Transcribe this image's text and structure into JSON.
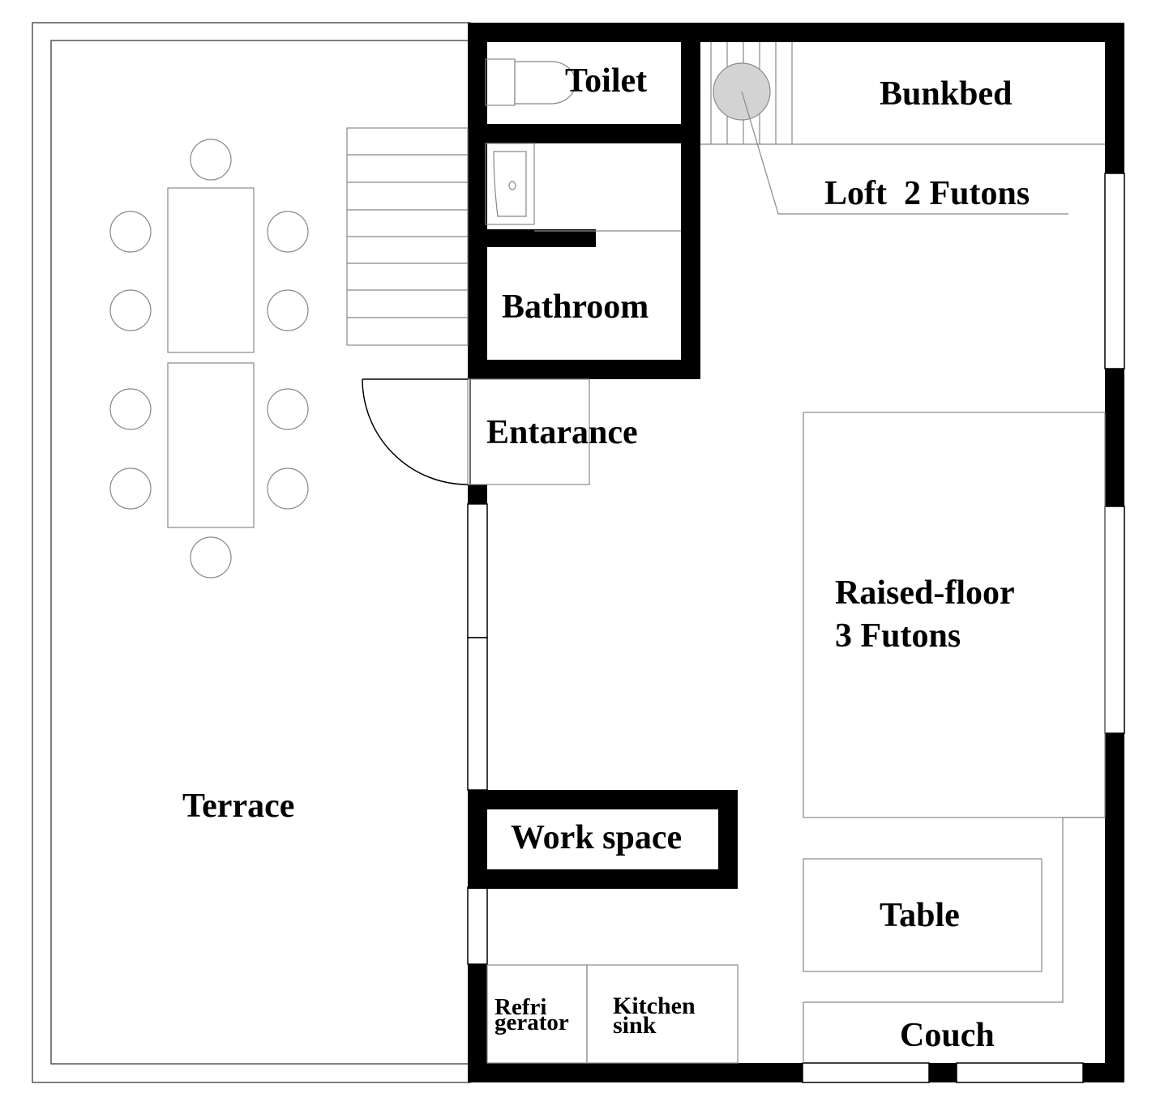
{
  "labels": {
    "toilet": "Toilet",
    "bunkbed": "Bunkbed",
    "loft": "Loft  2 Futons",
    "bathroom": "Bathroom",
    "entrance": "Entarance",
    "raised_line1": "Raised-floor",
    "raised_line2": "3 Futons",
    "terrace": "Terrace",
    "work_space": "Work space",
    "table": "Table",
    "refri_line1": "Refri",
    "refri_line2": "gerator",
    "kitchen_line1": "Kitchen",
    "kitchen_line2": "sink",
    "couch": "Couch"
  },
  "colors": {
    "wall": "#000000",
    "thin_line": "#888888",
    "loft_ladder_circle": "#d3d3d3"
  }
}
